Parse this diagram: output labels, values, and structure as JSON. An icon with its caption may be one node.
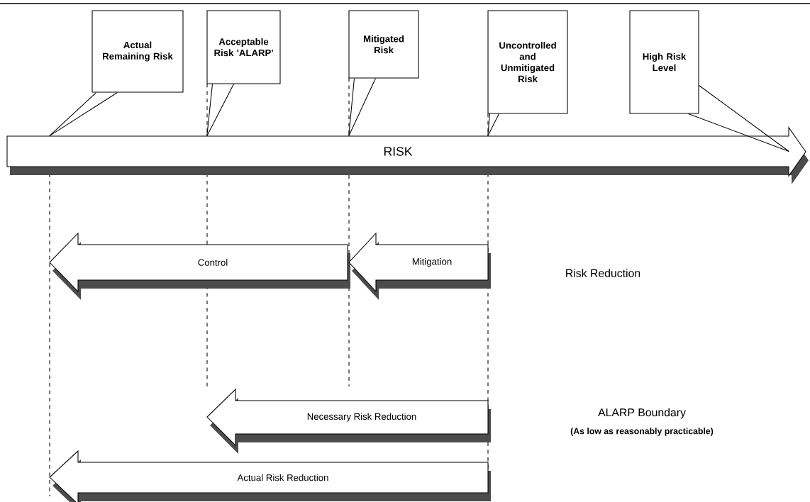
{
  "diagram": {
    "nodes": [
      {
        "text": [
          "Actual Remaining Risk"
        ]
      },
      {
        "text": [
          "Acceptable Risk 'ALARP'"
        ]
      },
      {
        "text": [
          "Mitigated Risk"
        ]
      },
      {
        "text": [
          "Uncontrolled and Unmitigated Risk"
        ]
      },
      {
        "text": [
          "High Risk Level"
        ]
      },
      {
        "text": [
          "RISK"
        ]
      },
      {
        "text": [
          "Control"
        ]
      },
      {
        "text": [
          "Mitigation"
        ]
      },
      {
        "text": [
          "Necessary Risk Reduction"
        ]
      },
      {
        "text": [
          "Actual Risk Reduction"
        ]
      }
    ],
    "edges": [
      {
        "from": 0,
        "to": 5,
        "arrow": "none"
      },
      {
        "from": 1,
        "to": 5,
        "arrow": "none"
      },
      {
        "from": 2,
        "to": 5,
        "arrow": "none"
      },
      {
        "from": 3,
        "to": 5,
        "arrow": "none"
      },
      {
        "from": 4,
        "to": 5,
        "arrow": "none"
      }
    ],
    "labels": [
      "Risk Reduction",
      "ALARP Boundary",
      "(As low as reasonably practicable)"
    ]
  }
}
